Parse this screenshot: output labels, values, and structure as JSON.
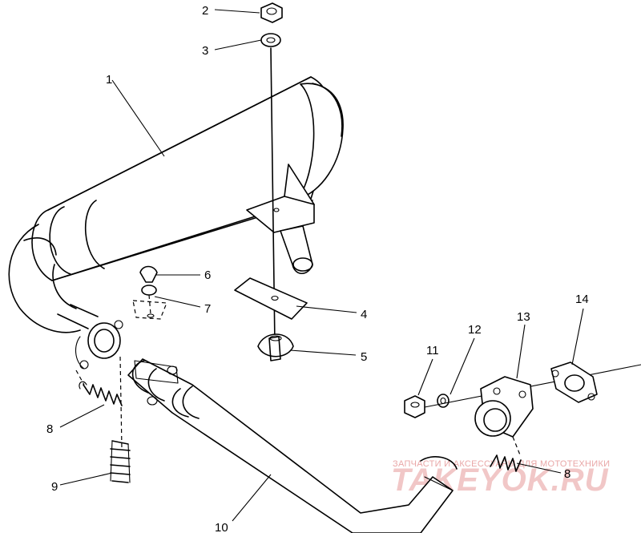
{
  "callouts": {
    "c1": "1",
    "c2": "2",
    "c3": "3",
    "c4": "4",
    "c5": "5",
    "c6": "6",
    "c7": "7",
    "c8a": "8",
    "c8b": "8",
    "c9": "9",
    "c10": "10",
    "c11": "11",
    "c12": "12",
    "c13": "13",
    "c14": "14"
  },
  "watermark": {
    "tagline": "ЗАПЧАСТИ И АКСЕССУАРЫ ДЛЯ МОТОТЕХНИКИ",
    "brand": "TAKEYOK.RU"
  }
}
